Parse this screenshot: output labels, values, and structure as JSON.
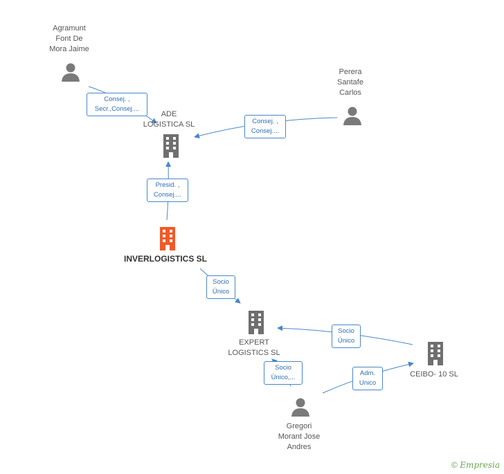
{
  "colors": {
    "edge": "#4a86c8",
    "person": "#7a7a7a",
    "company": "#6f6f6f",
    "focus_company": "#f05a28",
    "brand": "#6aa84f"
  },
  "nodes": {
    "agramunt": {
      "label": "Agramunt\nFont De\nMora Jaime",
      "icon": "person-icon"
    },
    "perera": {
      "label": "Perera\nSantafe\nCarlos",
      "icon": "person-icon"
    },
    "ade": {
      "label": "ADE\nLOGISTICA SL",
      "icon": "building-icon"
    },
    "inverlogistics": {
      "label": "INVERLOGISTICS SL",
      "icon": "building-icon"
    },
    "expert": {
      "label": "EXPERT\nLOGISTICS SL",
      "icon": "building-icon"
    },
    "ceibo": {
      "label": "CEIBO- 10 SL",
      "icon": "building-icon"
    },
    "gregori": {
      "label": "Gregori\nMorant Jose\nAndres",
      "icon": "person-icon"
    }
  },
  "edges": {
    "agramunt_ade": "Consej. ,\nSecr.,Consej....",
    "perera_ade": "Consej. ,\nConsej....",
    "inver_ade": "Presid. ,\nConsej....",
    "inver_expert": "Socio\nÚnico",
    "ceibo_expert": "Socio\nÚnico",
    "gregori_expert": "Socio\nÚnico,...",
    "gregori_ceibo": "Adm.\nUnico"
  },
  "footer": {
    "copyright": "©",
    "brand": "Empresia"
  }
}
